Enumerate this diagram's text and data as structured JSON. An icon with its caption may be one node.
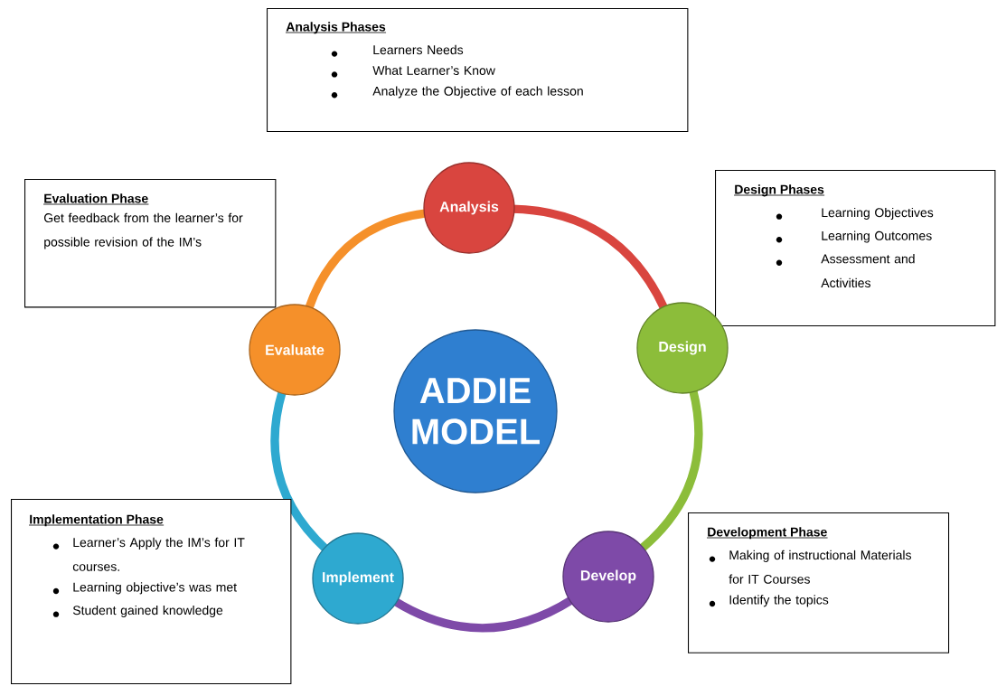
{
  "diagram": {
    "nodes": [
      {
        "text": [
          "Analysis Phases",
          "Learners Needs",
          "What Learner’s Know",
          "Analyze the Objective of each lesson"
        ]
      },
      {
        "text": [
          "Evaluation Phase",
          "Get feedback from the learner’s for possible revision of the IM’s"
        ]
      },
      {
        "text": [
          "Analysis"
        ]
      },
      {
        "text": [
          "Design Phases",
          "Learning Objectives",
          "Learning Outcomes",
          "Assessment and Activities"
        ]
      },
      {
        "text": [
          "Evaluate"
        ]
      },
      {
        "text": [
          "ADDIE MODEL"
        ]
      },
      {
        "text": [
          "Design"
        ]
      },
      {
        "text": [
          "Implementation Phase",
          "Learner’s Apply the IM’s for IT courses.",
          "Learning objective’s was met",
          "Student gained knowledge"
        ]
      },
      {
        "text": [
          "Implement"
        ]
      },
      {
        "text": [
          "Develop"
        ]
      },
      {
        "text": [
          "Development Phase",
          "Making of instructional Materials for IT Courses",
          "Identify the topics"
        ]
      }
    ],
    "edges": [
      {
        "from": 2,
        "to": 6,
        "arrow": "none",
        "color": "#d9453f"
      },
      {
        "from": 6,
        "to": 9,
        "arrow": "none",
        "color": "#8cbd3a"
      },
      {
        "from": 9,
        "to": 8,
        "arrow": "none",
        "color": "#7e4aa8"
      },
      {
        "from": 8,
        "to": 4,
        "arrow": "none",
        "color": "#2ea9d0"
      },
      {
        "from": 4,
        "to": 2,
        "arrow": "none",
        "color": "#f5902a"
      }
    ]
  }
}
